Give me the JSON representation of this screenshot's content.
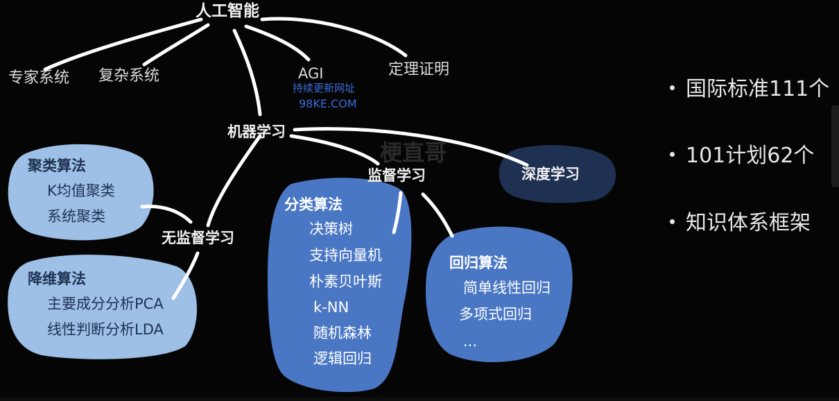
{
  "diagram": {
    "root": "人工智能",
    "topics": {
      "expert_systems": "专家系统",
      "complex_systems": "复杂系统",
      "agi": "AGI",
      "theorem_proving": "定理证明"
    },
    "machine_learning": "机器学习",
    "supervised": "监督学习",
    "unsupervised": "无监督学习",
    "deep_learning": "深度学习",
    "clustering": {
      "title": "聚类算法",
      "items": [
        "K均值聚类",
        "系统聚类"
      ]
    },
    "dim_reduction": {
      "title": "降维算法",
      "items": [
        "主要成分分析PCA",
        "线性判断分析LDA"
      ]
    },
    "classification": {
      "title": "分类算法",
      "items": [
        "决策树",
        "支持向量机",
        "朴素贝叶斯",
        "k-NN",
        "随机森林",
        "逻辑回归"
      ]
    },
    "regression": {
      "title": "回归算法",
      "items": [
        "简单线性回归",
        "多项式回归",
        "..."
      ]
    }
  },
  "watermark": {
    "line1": "持续更新网址",
    "line2": "98KE.COM",
    "faint": "梗直哥"
  },
  "bullets": [
    "国际标准111个",
    "101计划62个",
    "知识体系框架"
  ],
  "colors": {
    "background": "#050505",
    "blob_light": "#9ec0e6",
    "blob_mid": "#4a77c4",
    "blob_dark": "#1e3152",
    "line": "#ffffff",
    "watermark": "#3a6dd8"
  }
}
